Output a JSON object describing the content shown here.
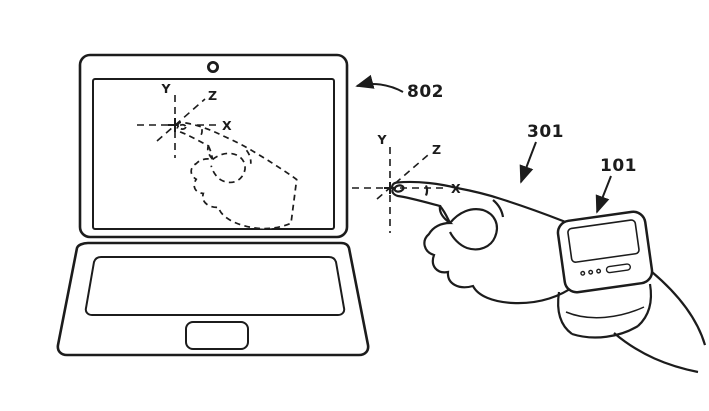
{
  "figure": {
    "references": {
      "laptop_label": "802",
      "hand_label": "301",
      "watch_label": "101"
    },
    "screen_axes": {
      "x": "X",
      "y": "Y",
      "z": "Z"
    },
    "fingertip_axes": {
      "x": "X",
      "y": "Y",
      "z": "Z"
    },
    "colors": {
      "line": "#1c1c1c",
      "background": "#ffffff"
    }
  }
}
